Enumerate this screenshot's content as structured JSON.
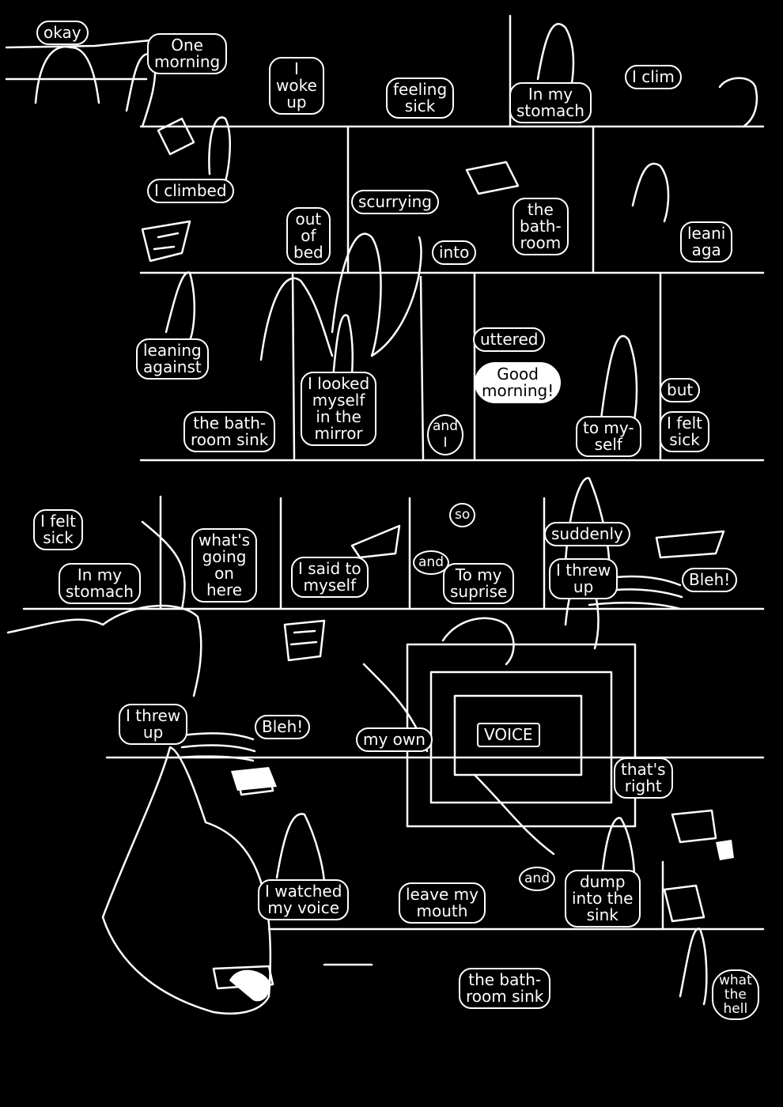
{
  "bubbles": {
    "okay": "okay",
    "one_morning": "One\nmorning",
    "i_woke_up": "I\nwoke\nup",
    "feeling_sick": "feeling\nsick",
    "in_my_stomach_1": "In my\nstomach",
    "i_clim": "I clim",
    "i_climbed": "I climbed",
    "out_of_bed": "out\nof\nbed",
    "scurrying": "scurrying",
    "into": "into",
    "the_bathroom": "the\nbath-\nroom",
    "leaning_again": "leani\naga",
    "leaning_against": "leaning\nagainst",
    "the_bathroom_sink_1": "the bath-\nroom sink",
    "i_looked_myself": "I looked\nmyself\nin the\nmirror",
    "and_i": "and\nI",
    "uttered": "uttered",
    "good_morning": "Good\nmorning!",
    "to_myself": "to my-\nself",
    "but": "but",
    "i_felt_sick_1": "I felt\nsick",
    "i_felt_sick_2": "I felt\nsick",
    "in_my_stomach_2": "In my\nstomach",
    "whats_going_on": "what's\ngoing\non\nhere",
    "i_said_to_myself": "I said to\nmyself",
    "and": "and",
    "so": "so",
    "to_my_suprise": "To my\nsuprise",
    "suddenly": "suddenly",
    "i_threw_up_1": "I threw\nup",
    "bleh_1": "Bleh!",
    "i_threw_up_2": "I threw\nup",
    "bleh_2": "Bleh!",
    "my_own": "my own",
    "voice": "VOICE",
    "thats_right": "that's\nright",
    "i_watched_my_voice": "I watched\nmy voice",
    "leave_my_mouth": "leave my\nmouth",
    "and_2": "and",
    "dump_into_the_sink": "dump\ninto the\nsink",
    "the_bathroom_sink_2": "the bath-\nroom sink",
    "what_the_hell": "what\nthe\nhell"
  },
  "colors": {
    "background": "#000000",
    "ink": "#ffffff"
  }
}
